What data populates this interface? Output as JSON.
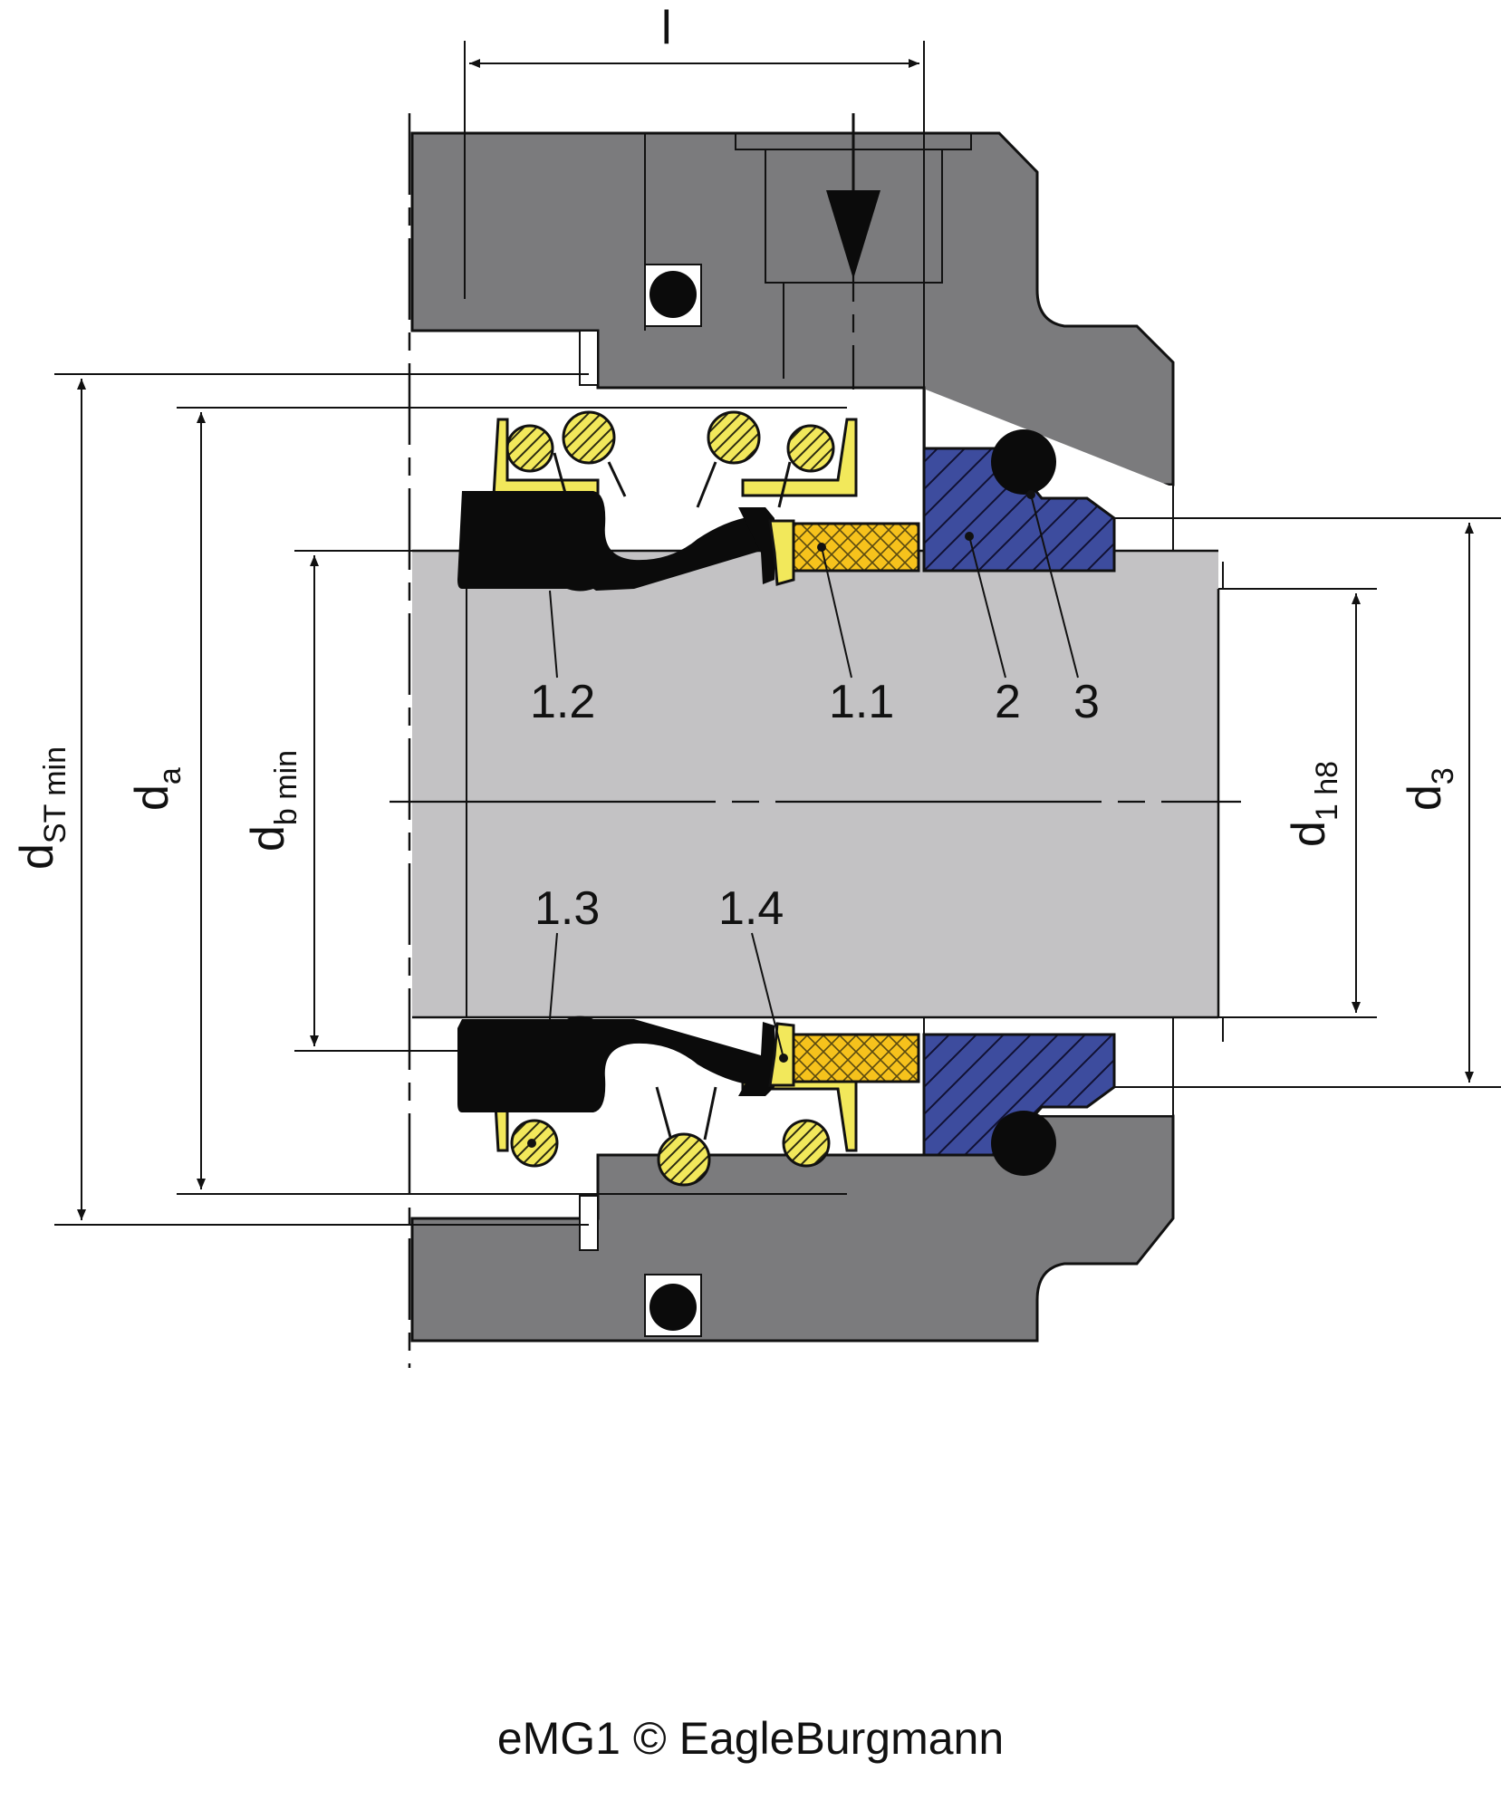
{
  "dimensions": {
    "length": "l",
    "d_st_min": {
      "main": "d",
      "sub": "ST min"
    },
    "d_a": {
      "main": "d",
      "sub": "a"
    },
    "d_b_min": {
      "main": "d",
      "sub": "b min"
    },
    "d_1_h8": {
      "main": "d",
      "sub": "1 h8"
    },
    "d_3": {
      "main": "d",
      "sub": "3"
    }
  },
  "part_labels": {
    "p1_2": "1.2",
    "p1_1": "1.1",
    "p2": "2",
    "p3": "3",
    "p1_3": "1.3",
    "p1_4": "1.4"
  },
  "caption": "eMG1 © EagleBurgmann",
  "colors": {
    "housing": "#7b7b7d",
    "shaft": "#c3c2c4",
    "spring": "#f2e85b",
    "seal_face": "#f6c21c",
    "seat": "#3d4c9e",
    "elastomer": "#0b0b0b"
  }
}
